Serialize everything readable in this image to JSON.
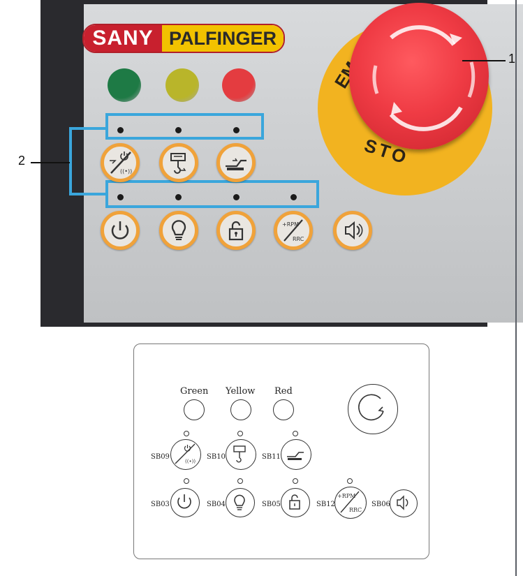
{
  "photo": {
    "brand_left": "SANY",
    "brand_right": "PALFINGER",
    "indicator_lamps": [
      {
        "name": "green",
        "color": "#1e7a45"
      },
      {
        "name": "yellow",
        "color": "#b9b52a"
      },
      {
        "name": "red",
        "color": "#e43c40"
      }
    ],
    "emergency_stop": {
      "ring_text_top": "EM",
      "ring_text_bottom": "STO",
      "cap_color": "#ef3b44",
      "ring_color": "#f2b320"
    },
    "buttons_row1": [
      {
        "icon": "power-wireless-icon"
      },
      {
        "icon": "crane-hook-icon"
      },
      {
        "icon": "outrigger-icon"
      }
    ],
    "buttons_row2": [
      {
        "icon": "power-icon"
      },
      {
        "icon": "light-bulb-icon"
      },
      {
        "icon": "unlock-icon"
      },
      {
        "icon": "rpm-rrc-icon",
        "text_top": "+RPM",
        "text_bottom": "RRC"
      },
      {
        "icon": "horn-icon"
      }
    ],
    "highlight_color": "#3aa6dc"
  },
  "callouts": {
    "one": "1",
    "two": "2"
  },
  "diagram": {
    "lamp_labels": [
      "Green",
      "Yellow",
      "Red"
    ],
    "row1_labels": [
      "SB09",
      "SB10",
      "SB11"
    ],
    "row2_labels": [
      "SB03",
      "SB04",
      "SB05",
      "SB12",
      "SB06"
    ],
    "rpm_top": "+RPM",
    "rpm_bottom": "RRC"
  }
}
